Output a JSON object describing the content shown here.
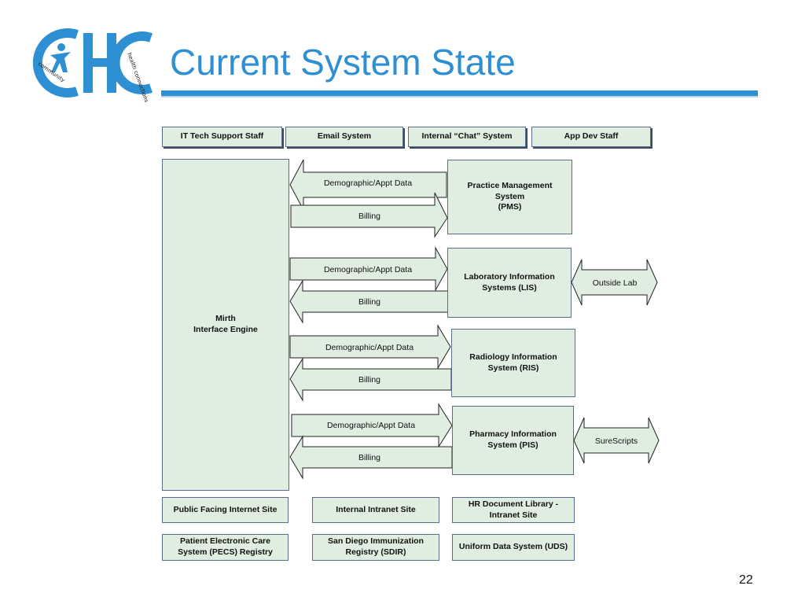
{
  "header": {
    "title": "Current System State",
    "logo": {
      "letters": "CHC",
      "tagline_left": "community",
      "tagline_right": "health connections",
      "brand_color": "#2e8fd2"
    }
  },
  "top_row": [
    "IT Tech Support Staff",
    "Email System",
    "Internal “Chat” System",
    "App Dev Staff"
  ],
  "engine": {
    "line1": "Mirth",
    "line2": "Interface Engine"
  },
  "systems": [
    {
      "name": "Practice Management System (PMS)",
      "line1": "Practice Management",
      "line2": "System",
      "line3": "(PMS)"
    },
    {
      "name": "Laboratory Information Systems (LIS)",
      "line1": "Laboratory Information",
      "line2": "Systems (LIS)"
    },
    {
      "name": "Radiology Information System (RIS)",
      "line1": "Radiology Information",
      "line2": "System (RIS)"
    },
    {
      "name": "Pharmacy Information System (PIS)",
      "line1": "Pharmacy Information",
      "line2": "System (PIS)"
    }
  ],
  "flows": {
    "demographic": "Demographic/Appt Data",
    "billing": "Billing"
  },
  "external": {
    "outside_lab": "Outside Lab",
    "surescripts": "SureScripts"
  },
  "bottom_row_1": [
    "Public Facing Internet Site",
    "Internal Intranet Site",
    {
      "line1": "HR Document Library -",
      "line2": "Intranet Site"
    }
  ],
  "bottom_row_2": [
    {
      "line1": "Patient Electronic Care",
      "line2": "System (PECS) Registry"
    },
    {
      "line1": "San Diego Immunization",
      "line2": "Registry (SDIR)"
    },
    "Uniform Data System (UDS)"
  ],
  "page_number": "22",
  "colors": {
    "box_fill": "#dfeee0",
    "box_border": "#5a6e8a",
    "title_blue": "#2e8fd2"
  }
}
